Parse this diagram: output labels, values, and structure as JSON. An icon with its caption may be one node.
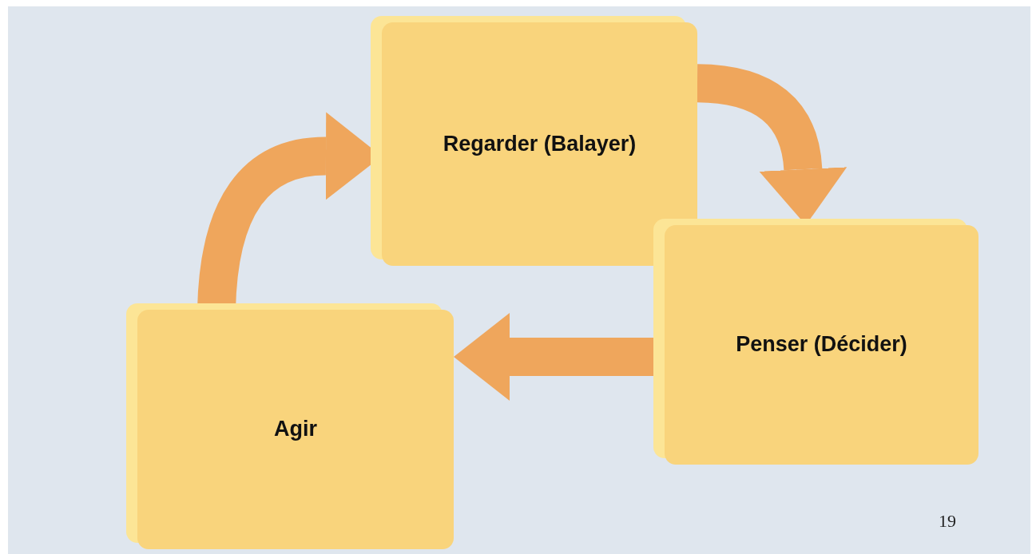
{
  "diagram": {
    "nodes": [
      {
        "text": [
          "Regarder (Balayer)"
        ]
      },
      {
        "text": [
          "Penser (Décider)"
        ]
      },
      {
        "text": [
          "Agir"
        ]
      }
    ],
    "edges": [
      {
        "from": 0,
        "to": 1,
        "arrow": "to"
      },
      {
        "from": 1,
        "to": 2,
        "arrow": "to"
      },
      {
        "from": 2,
        "to": 0,
        "arrow": "to"
      }
    ],
    "labels": [
      "19"
    ]
  }
}
